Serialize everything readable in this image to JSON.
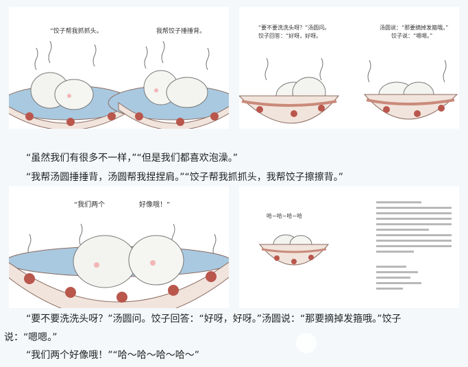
{
  "panel1": {
    "caption_left": "“饺子帮我抓抓头。",
    "caption_right": "我帮饺子捶捶背。"
  },
  "panel2": {
    "caption_left_1": "“要不要洗洗头呀？”汤圆问。",
    "caption_left_2": "饺子回答：“好呀，好呀。",
    "caption_right_1": "汤圆说：“那要摘掉发箍哦。”",
    "caption_right_2": "饺子说：“嗯嗯。”"
  },
  "panel3": {
    "caption_left": "“我们两个",
    "caption_right": "好像哦！”"
  },
  "panel4": {
    "caption": "哈~哈~哈~哈"
  },
  "text_block_1": {
    "line1": "“虽然我们有很多不一样，”“但是我们都喜欢泡澡。”",
    "line2": "“我帮汤圆捶捶背，汤圆帮我捏捏肩。”“饺子帮我抓抓头，我帮饺子擦擦背。”"
  },
  "text_block_2": {
    "line1": "“要不要洗洗头呀？”汤圆问。饺子回答：“好呀，好呀。”汤圆说：“那要摘掉发箍哦。”饺子",
    "line2": "说：“嗯嗯。”",
    "line3": "“我们两个好像哦！”“哈～哈～哈～哈～”"
  },
  "colors": {
    "bowl_rim": "#c98a7a",
    "bowl_flower": "#b9574d",
    "water": "#a9c9e0",
    "page_bg": "#f4f8fb"
  }
}
